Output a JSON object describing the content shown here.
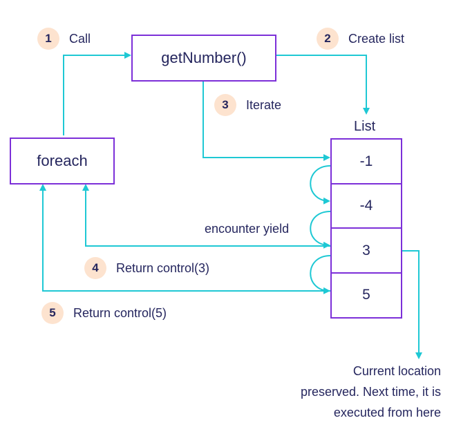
{
  "nodes": {
    "getnumber": "getNumber()",
    "foreach": "foreach"
  },
  "list": {
    "title": "List",
    "items": [
      "-1",
      "-4",
      "3",
      "5"
    ]
  },
  "steps": [
    {
      "num": "1",
      "label": "Call"
    },
    {
      "num": "2",
      "label": "Create list"
    },
    {
      "num": "3",
      "label": "Iterate"
    },
    {
      "num": "4",
      "label": "Return control(3)"
    },
    {
      "num": "5",
      "label": "Return control(5)"
    }
  ],
  "annotations": {
    "yield": "encounter yield",
    "note_lines": [
      "Current location",
      "preserved. Next time, it is",
      "executed from here"
    ]
  },
  "colors": {
    "arrow": "#1ec8d4",
    "box_border": "#7c2fd8",
    "badge_bg": "#fde3cf",
    "text": "#25265e"
  }
}
